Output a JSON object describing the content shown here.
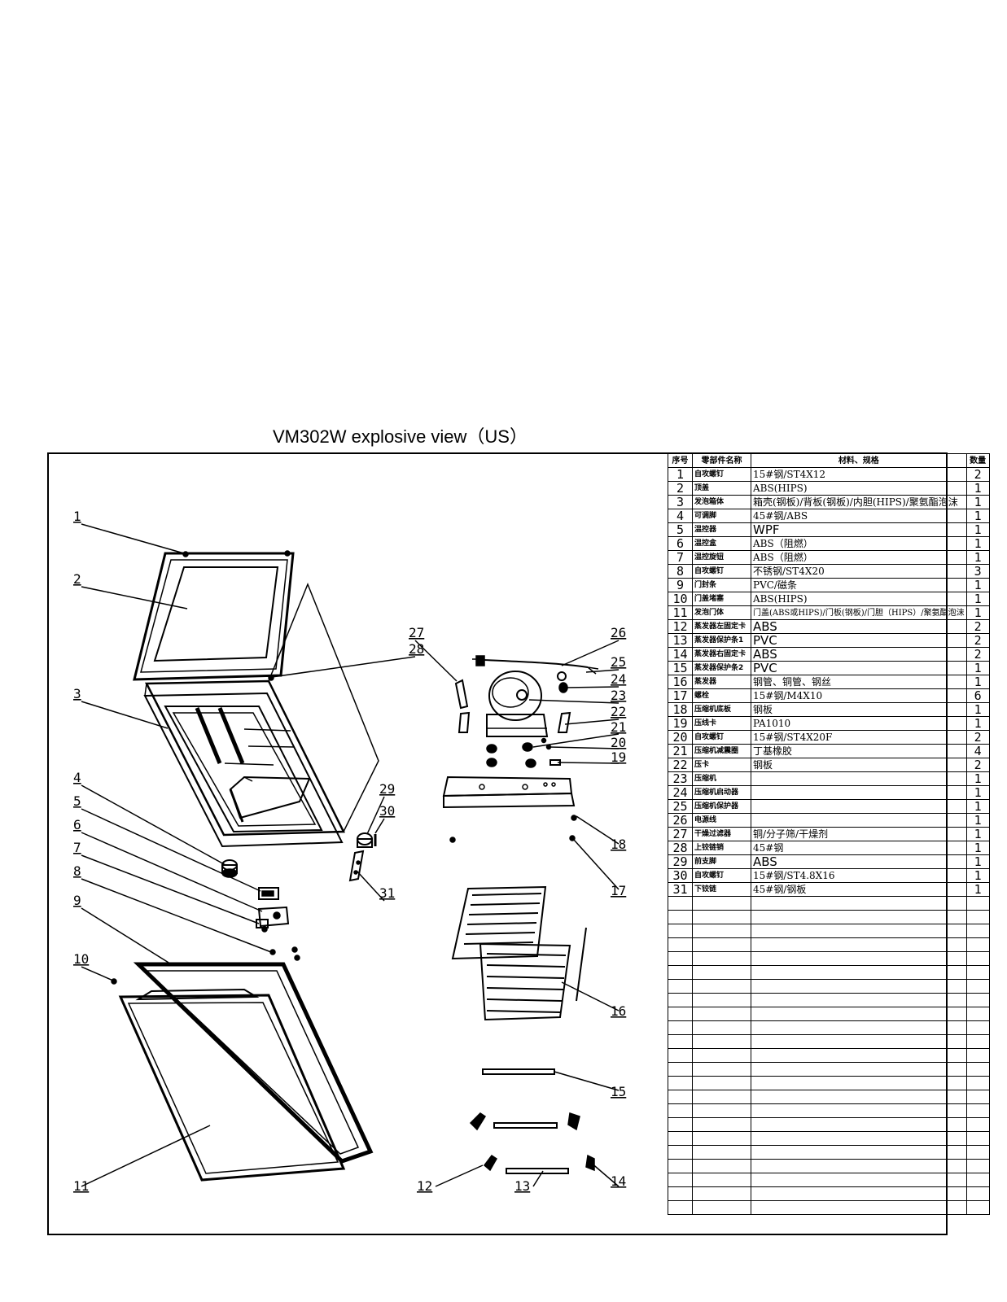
{
  "title": "VM302W explosive view（US）",
  "bom": {
    "headers": [
      "序号",
      "零部件名称",
      "材料、规格",
      "数量"
    ],
    "rows": [
      {
        "no": "1",
        "name": "自攻螺钉",
        "material": "15#钢/ST4X12",
        "qty": "2"
      },
      {
        "no": "2",
        "name": "顶盖",
        "material": "ABS(HIPS)",
        "qty": "1"
      },
      {
        "no": "3",
        "name": "发泡箱体",
        "material": "箱壳(钢板)/背板(钢板)/内胆(HIPS)/聚氨酯泡沫",
        "qty": "1"
      },
      {
        "no": "4",
        "name": "可调脚",
        "material": "45#钢/ABS",
        "qty": "1"
      },
      {
        "no": "5",
        "name": "温控器",
        "material": "WPF",
        "qty": "1"
      },
      {
        "no": "6",
        "name": "温控盒",
        "material": "ABS（阻燃）",
        "qty": "1"
      },
      {
        "no": "7",
        "name": "温控旋钮",
        "material": "ABS（阻燃）",
        "qty": "1"
      },
      {
        "no": "8",
        "name": "自攻螺钉",
        "material": "不锈钢/ST4X20",
        "qty": "3"
      },
      {
        "no": "9",
        "name": "门封条",
        "material": "PVC/磁条",
        "qty": "1"
      },
      {
        "no": "10",
        "name": "门盖堵塞",
        "material": "ABS(HIPS)",
        "qty": "1"
      },
      {
        "no": "11",
        "name": "发泡门体",
        "material": "门盖(ABS或HIPS)/门板(钢板)/门胆（HIPS）/聚氨酯泡沫",
        "qty": "1"
      },
      {
        "no": "12",
        "name": "蒸发器左固定卡",
        "material": "ABS",
        "qty": "2"
      },
      {
        "no": "13",
        "name": "蒸发器保护条1",
        "material": "PVC",
        "qty": "2"
      },
      {
        "no": "14",
        "name": "蒸发器右固定卡",
        "material": "ABS",
        "qty": "2"
      },
      {
        "no": "15",
        "name": "蒸发器保护条2",
        "material": "PVC",
        "qty": "1"
      },
      {
        "no": "16",
        "name": "蒸发器",
        "material": "钢管、铜管、钢丝",
        "qty": "1"
      },
      {
        "no": "17",
        "name": "螺栓",
        "material": "15#钢/M4X10",
        "qty": "6"
      },
      {
        "no": "18",
        "name": "压缩机底板",
        "material": "钢板",
        "qty": "1"
      },
      {
        "no": "19",
        "name": "压线卡",
        "material": "PA1010",
        "qty": "1"
      },
      {
        "no": "20",
        "name": "自攻螺钉",
        "material": "15#钢/ST4X20F",
        "qty": "2"
      },
      {
        "no": "21",
        "name": "压缩机减震圈",
        "material": "丁基橡胶",
        "qty": "4"
      },
      {
        "no": "22",
        "name": "压卡",
        "material": "钢板",
        "qty": "2"
      },
      {
        "no": "23",
        "name": "压缩机",
        "material": "",
        "qty": "1"
      },
      {
        "no": "24",
        "name": "压缩机启动器",
        "material": "",
        "qty": "1"
      },
      {
        "no": "25",
        "name": "压缩机保护器",
        "material": "",
        "qty": "1"
      },
      {
        "no": "26",
        "name": "电源线",
        "material": "",
        "qty": "1"
      },
      {
        "no": "27",
        "name": "干燥过滤器",
        "material": "铜/分子筛/干燥剂",
        "qty": "1"
      },
      {
        "no": "28",
        "name": "上铰链销",
        "material": "45#钢",
        "qty": "1"
      },
      {
        "no": "29",
        "name": "前支脚",
        "material": "ABS",
        "qty": "1"
      },
      {
        "no": "30",
        "name": "自攻螺钉",
        "material": "15#钢/ST4.8X16",
        "qty": "1"
      },
      {
        "no": "31",
        "name": "下铰链",
        "material": "45#钢/钢板",
        "qty": "1"
      }
    ],
    "empty_rows": 23
  },
  "callouts": [
    "1",
    "2",
    "3",
    "4",
    "5",
    "6",
    "7",
    "8",
    "9",
    "10",
    "11",
    "12",
    "13",
    "14",
    "15",
    "16",
    "17",
    "18",
    "19",
    "20",
    "21",
    "22",
    "23",
    "24",
    "25",
    "26",
    "27",
    "28",
    "29",
    "30",
    "31"
  ]
}
